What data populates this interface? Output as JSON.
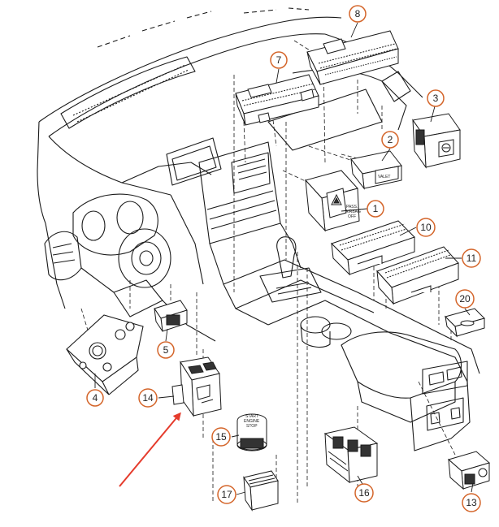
{
  "diagram": {
    "callouts": [
      {
        "id": "1",
        "label": "1"
      },
      {
        "id": "2",
        "label": "2"
      },
      {
        "id": "3",
        "label": "3"
      },
      {
        "id": "4",
        "label": "4"
      },
      {
        "id": "5",
        "label": "5"
      },
      {
        "id": "7",
        "label": "7"
      },
      {
        "id": "8",
        "label": "8"
      },
      {
        "id": "10",
        "label": "10"
      },
      {
        "id": "11",
        "label": "11"
      },
      {
        "id": "13",
        "label": "13"
      },
      {
        "id": "14",
        "label": "14"
      },
      {
        "id": "15",
        "label": "15"
      },
      {
        "id": "16",
        "label": "16"
      },
      {
        "id": "17",
        "label": "17"
      },
      {
        "id": "20",
        "label": "20"
      }
    ],
    "switch_text": {
      "valet": "VALET",
      "airbag_1": "PASS.",
      "airbag_2": "AIRBAG",
      "airbag_3": "OFF",
      "start_1": "START",
      "start_2": "ENGINE",
      "start_3": "STOP"
    },
    "colors": {
      "callout_ring": "#d4652a",
      "arrow": "#e53b2c",
      "line": "#1a1a1a"
    }
  }
}
